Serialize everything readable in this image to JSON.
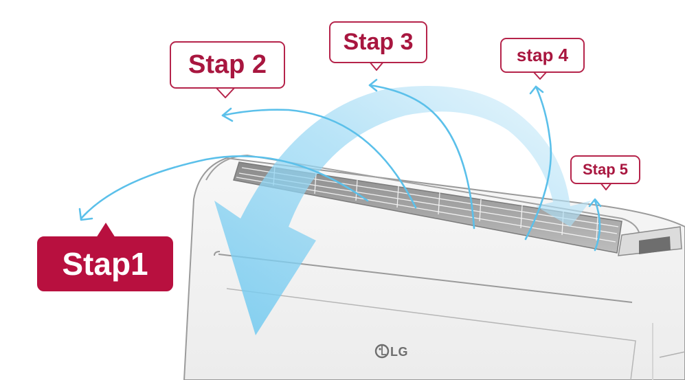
{
  "steps": {
    "step1": "Stap1",
    "step2": "Stap 2",
    "step3": "Stap 3",
    "step4": "stap 4",
    "step5": "Stap 5"
  },
  "brand": {
    "logo_text": "LG"
  },
  "colors": {
    "label_red": "#b8103f",
    "airflow_blue": "#5bc0ea",
    "unit_body": "#f4f4f4"
  },
  "icons": [
    "airflow-arrow-icon",
    "lg-logo-icon"
  ]
}
